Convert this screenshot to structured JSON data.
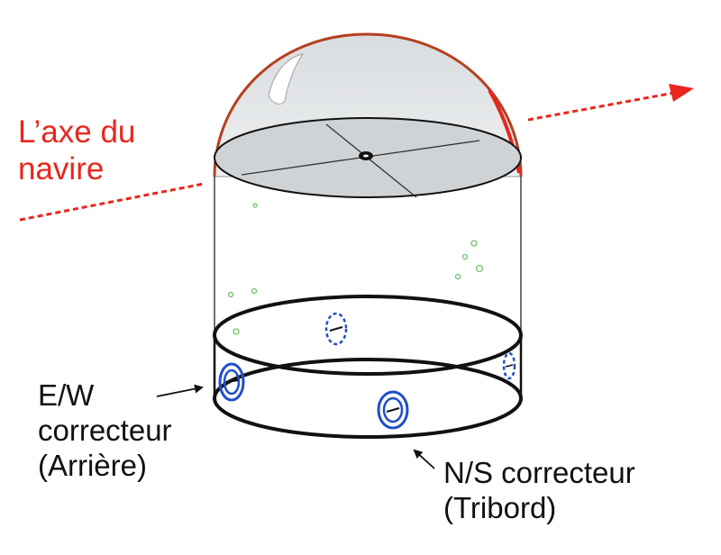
{
  "diagram": {
    "axis_label": {
      "line1": "L’axe du",
      "line2": "navire"
    },
    "ew_corrector_label": {
      "line1": "E/W",
      "line2": "correcteur",
      "line3": "(Arrière)"
    },
    "ns_corrector_label": {
      "line1": "N/S correcteur",
      "line2": "(Tribord)"
    },
    "colors": {
      "axis_arrow": "#e8261e",
      "dome_rim": "#b5401f",
      "magnet": "#1f4fc8",
      "bubble": "#6fc36a",
      "outline": "#111111"
    },
    "icons": {
      "axis_arrowhead": "arrow-right-icon",
      "pointer_arrow": "arrow-icon"
    }
  }
}
